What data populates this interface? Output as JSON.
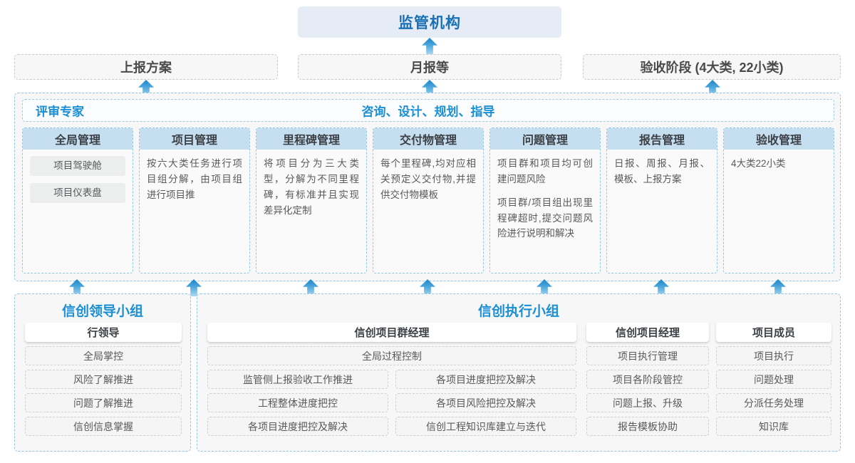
{
  "regulator": {
    "label": "监管机构"
  },
  "reports": [
    {
      "label": "上报方案"
    },
    {
      "label": "月报等"
    },
    {
      "label": "验收阶段 (4大类, 22小类)"
    }
  ],
  "consult_band": {
    "left_label": "评审专家",
    "center_label": "咨询、设计、规划、指导",
    "columns": [
      {
        "title": "全局管理",
        "pills": [
          "项目驾驶舱",
          "项目仪表盘"
        ],
        "paragraphs": []
      },
      {
        "title": "项目管理",
        "pills": [],
        "paragraphs": [
          "按六大类任务进行项目组分解，由项目组进行项目推"
        ]
      },
      {
        "title": "里程碑管理",
        "pills": [],
        "paragraphs": [
          "将项目分为三大类型，分解为不同里程碑，有标准并且实现差异化定制"
        ]
      },
      {
        "title": "交付物管理",
        "pills": [],
        "paragraphs": [
          "每个里程碑,均对应相关预定义交付物,并提供交付物模板"
        ]
      },
      {
        "title": "问题管理",
        "pills": [],
        "paragraphs": [
          "项目群和项目均可创建问题风险",
          "项目群/项目组出现里程碑超时,提交问题风险进行说明和解决"
        ]
      },
      {
        "title": "报告管理",
        "pills": [],
        "paragraphs": [
          "日报、周报、月报、模板、上报方案"
        ]
      },
      {
        "title": "验收管理",
        "pills": [],
        "paragraphs": [
          "4大类22小类"
        ]
      }
    ]
  },
  "leader_group": {
    "title": "信创领导小组",
    "role_head": "行领导",
    "items": [
      "全局掌控",
      "风险了解推进",
      "问题了解推进",
      "信创信息掌握"
    ]
  },
  "exec_group": {
    "title": "信创执行小组",
    "program_manager": {
      "role_head": "信创项目群经理",
      "full_width_item": "全局过程控制",
      "left_items": [
        "监管侧上报验收工作推进",
        "工程整体进度把控",
        "各项目进度把控及解决"
      ],
      "right_items": [
        "各项目进度把控及解决",
        "各项目风险把控及解决",
        "信创工程知识库建立与迭代"
      ]
    },
    "project_manager": {
      "role_head": "信创项目经理",
      "items": [
        "项目执行管理",
        "项目各阶段管控",
        "问题上报、升级",
        "报告模板协助"
      ]
    },
    "project_member": {
      "role_head": "项目成员",
      "items": [
        "项目执行",
        "问题处理",
        "分派任务处理",
        "知识库"
      ]
    }
  },
  "colors": {
    "accent_blue": "#1b8fd6",
    "regulator_bg": "#e6ecf5",
    "header_bg": "#c5dff0",
    "arrow_top": "#1d84c8",
    "arrow_bottom": "#aed9f0",
    "dashed_gray": "#c9c9c9",
    "dashed_blue": "#8fc6e8"
  },
  "arrows": {
    "to_reports": [
      "arrow-up-icon",
      "arrow-up-icon",
      "arrow-up-icon"
    ],
    "to_regulator": [
      "arrow-up-icon"
    ],
    "to_columns": [
      "arrow-up-icon",
      "arrow-up-icon",
      "arrow-up-icon",
      "arrow-up-icon",
      "arrow-up-icon",
      "arrow-up-icon",
      "arrow-up-icon"
    ]
  }
}
